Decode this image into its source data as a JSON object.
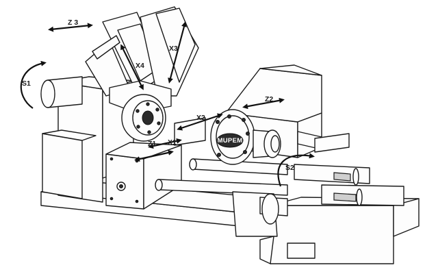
{
  "diagram": {
    "brand_label": "MUPEM",
    "axis_labels": {
      "z3": "Z 3",
      "x4": "X4",
      "x3": "X3",
      "s1": "S1",
      "z2": "Z2",
      "x2": "X2",
      "z1": "Z1",
      "x1": "X1",
      "s2": "S2"
    }
  }
}
